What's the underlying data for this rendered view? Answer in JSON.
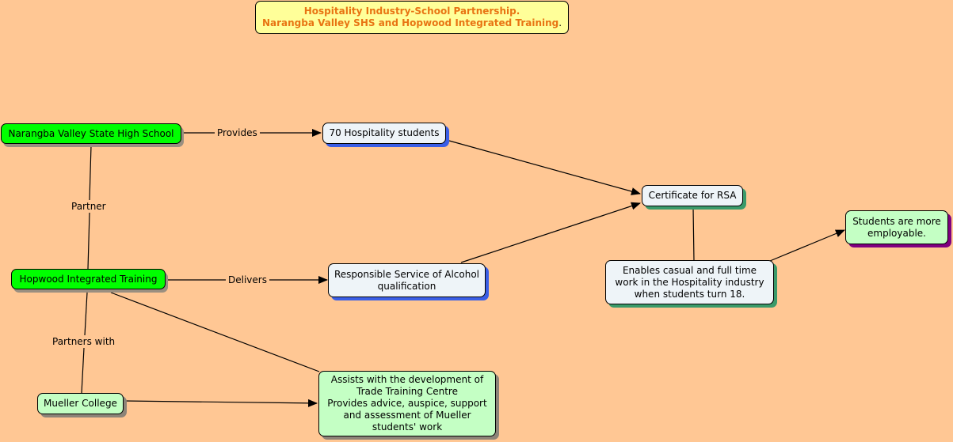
{
  "title": {
    "line1": "Hospitality Industry-School Partnership.",
    "line2": "Narangba Valley SHS and Hopwood Integrated Training",
    "trailing": "."
  },
  "nodes": {
    "nvshs": "Narangba Valley State High School",
    "students": "70 Hospitality students",
    "hopwood": "Hopwood Integrated Training",
    "rsa_qual": "Responsible Service of Alcohol qualification",
    "certificate": "Certificate for RSA",
    "enables": "Enables casual and full time work in the Hospitality industry when students turn 18.",
    "employable": "Students are more employable.",
    "mueller": "Mueller College",
    "assists": "Assists with the development of Trade Training Centre\nProvides advice, auspice, support and assessment of  Mueller students' work"
  },
  "links": {
    "provides": "Provides",
    "partner": "Partner",
    "delivers": "Delivers",
    "partners_with": "Partners with"
  },
  "colors": {
    "background": "#ffc794",
    "school_node": "#00ff00",
    "title_text": "#e87413",
    "title_bg": "#ffff99"
  }
}
